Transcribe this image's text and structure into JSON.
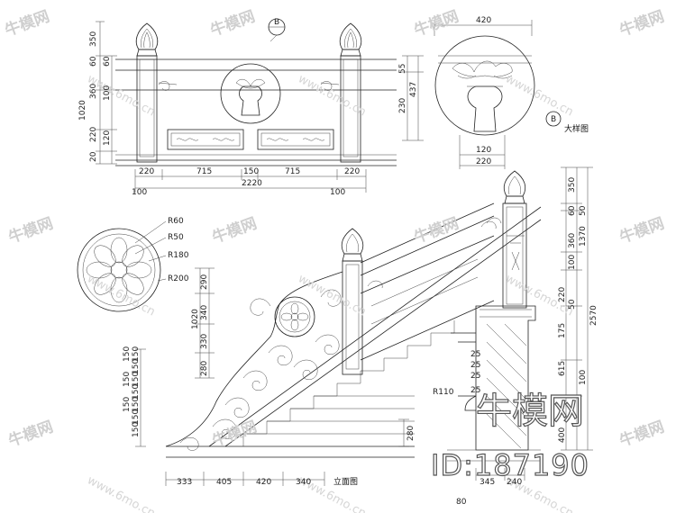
{
  "top_elevation": {
    "dims_vertical": [
      "350",
      "60",
      "60",
      "360",
      "1020",
      "100",
      "220",
      "120",
      "20"
    ],
    "dims_horizontal_row1": [
      "220",
      "715",
      "150",
      "715",
      "220"
    ],
    "dims_horizontal_row2": [
      "100",
      "2220",
      "100"
    ],
    "dims_right": [
      "55",
      "437",
      "230"
    ],
    "callout": "B"
  },
  "detail_view": {
    "dim_top": "420",
    "dim_bottom_1": "120",
    "dim_bottom_2": "220",
    "callout": "B",
    "title": "大样图"
  },
  "rosette": {
    "radius_labels": [
      "R60",
      "R50",
      "R180",
      "R200"
    ]
  },
  "stair_elevation": {
    "dims_left": [
      "290",
      "1020",
      "340",
      "330",
      "280"
    ],
    "dims_left_stack": [
      "150",
      "150",
      "150",
      "150",
      "150",
      "150",
      "150",
      "150",
      "150",
      "150"
    ],
    "dims_bottom": [
      "333",
      "405",
      "420",
      "340"
    ],
    "dim_small_right": "280",
    "title": "立面图"
  },
  "section": {
    "dims_right": [
      "350",
      "60",
      "360",
      "100",
      "1370",
      "2570",
      "50",
      "220",
      "50",
      "175",
      "615",
      "100",
      "400"
    ],
    "dims_inner": [
      "25",
      "25",
      "25",
      "25"
    ],
    "radius": "R110",
    "dims_bottom": [
      "345",
      "240"
    ],
    "dim_below": "80"
  },
  "watermark": {
    "brand": "牛模网",
    "site": "www.6mo.cn",
    "id_label": "ID:187190"
  }
}
